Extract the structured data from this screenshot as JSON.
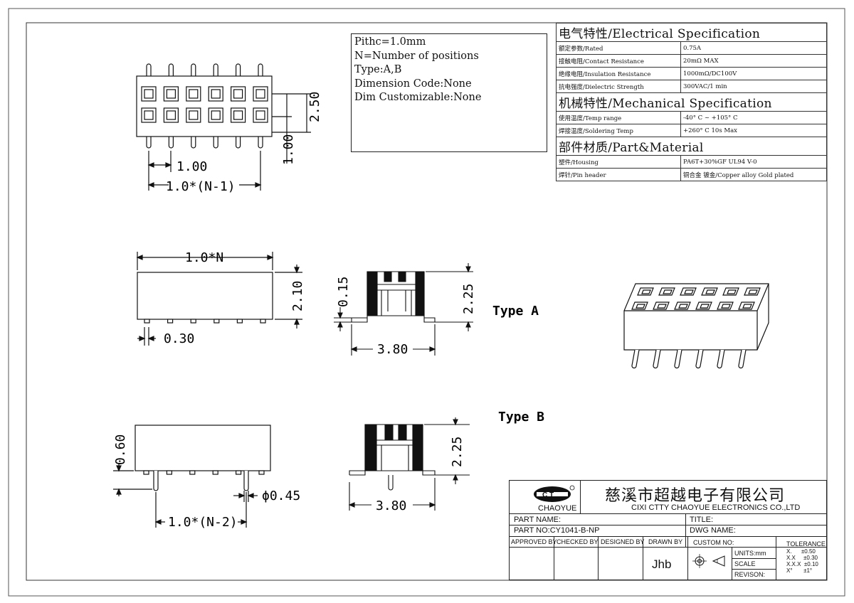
{
  "notes": [
    "Pithc=1.0mm",
    "N=Number of positions",
    "Type:A,B",
    "Dimension Code:None",
    "Dim Customizable:None"
  ],
  "spec": {
    "electrical_title": "电气特性/Electrical Specification",
    "electrical_rows": [
      {
        "label": "额定参数/Rated",
        "value": "0.75A"
      },
      {
        "label": "接触电阻/Contact Resistance",
        "value": "20mΩ MAX"
      },
      {
        "label": "绝缘电阻/Insulation Resistance",
        "value": "1000mΩ/DC100V"
      },
      {
        "label": "抗电强度/Dielectric Strength",
        "value": "300VAC/1 min"
      }
    ],
    "mechanical_title": "机械特性/Mechanical Specification",
    "mechanical_rows": [
      {
        "label": "使用温度/Temp range",
        "value": "-40° C ~ +105° C"
      },
      {
        "label": "焊接温度/Soldering Temp",
        "value": "+260° C  10s Max"
      }
    ],
    "material_title": "部件材质/Part&Material",
    "material_rows": [
      {
        "label": "塑件/Housing",
        "value": "PA6T+30%GF  UL94  V-0"
      },
      {
        "label": "焊针/Pin header",
        "value": "铜合金 镀金/Copper alloy Gold plated"
      }
    ]
  },
  "dims": {
    "top_pitch": "1.00",
    "top_span": "1.0*(N-1)",
    "top_row_pitch": "2.50",
    "top_offset": "1.00",
    "a_length": "1.0*N",
    "a_height": "2.10",
    "a_pin": "0.30",
    "a_standoff": "0.15",
    "a_side_height": "2.25",
    "a_width": "3.80",
    "b_height": "0.60",
    "b_post_dia": "ϕ0.45",
    "b_post_span": "1.0*(N-2)",
    "b_side_height": "2.25",
    "b_width": "3.80"
  },
  "types": {
    "a": "Type A",
    "b": "Type B"
  },
  "titleblock": {
    "logo_text": "CHAOYUE",
    "company_cn": "慈溪市超越电子有限公司",
    "company_en": "CIXI CTTY CHAOYUE ELECTRONICS CO.,LTD",
    "part_name_label": "PART NAME:",
    "title_label": "TITLE:",
    "part_no": "PART NO:CY1041-B-NP",
    "dwg_name_label": "DWG NAME:",
    "approved_by": "APPROVED BY",
    "checked_by": "CHECKED BY",
    "designed_by": "DESIGNED BY",
    "drawn_by": "DRAWN BY",
    "drawn_by_value": "Jhb",
    "custom_no": "CUSTOM NO:",
    "units": "UNITS:mm",
    "scale": "SCALE",
    "revision": "REVISON:",
    "tolerance_title": "TOLERANCE",
    "tolerances": [
      "X.      ±0.50",
      "X.X     ±0.30",
      "X.X.X  ±0.10",
      "X°       ±1°"
    ]
  }
}
